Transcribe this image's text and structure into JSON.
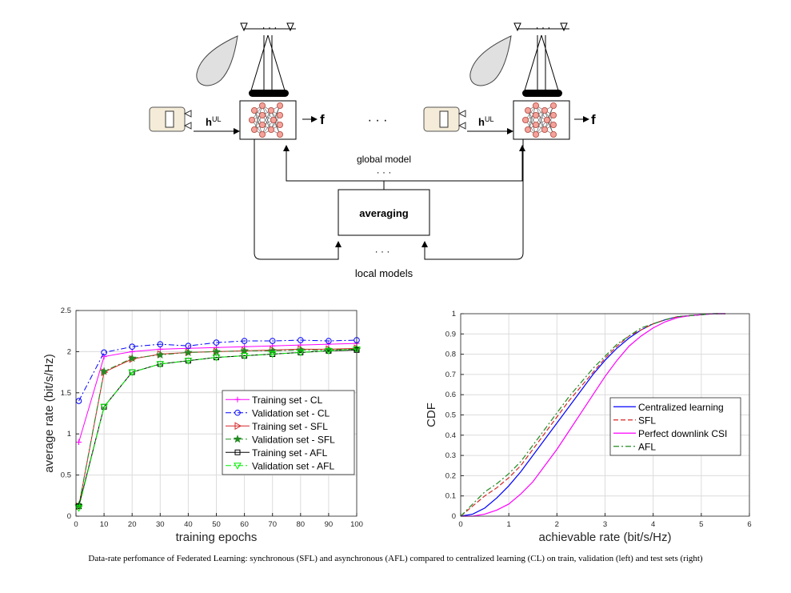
{
  "diagram": {
    "input_label": "h",
    "input_superscript": "UL",
    "output_label": "f",
    "ellipsis": "· · ·",
    "global_model_label": "global model",
    "averaging_label": "averaging",
    "local_models_label": "local models"
  },
  "caption": "Data-rate perfomance of Federated Learning: synchronous (SFL) and asynchronous (AFL) compared to centralized learning (CL) on train, validation (left) and test sets (right)",
  "chart_data": [
    {
      "type": "line",
      "xlabel": "training epochs",
      "ylabel": "average rate (bit/s/Hz)",
      "xlim": [
        0,
        100
      ],
      "ylim": [
        0,
        2.5
      ],
      "xticks": [
        0,
        10,
        20,
        30,
        40,
        50,
        60,
        70,
        80,
        90,
        100
      ],
      "yticks": [
        0,
        0.5,
        1,
        1.5,
        2,
        2.5
      ],
      "ytick_labels": [
        "0",
        "0.5",
        "1",
        "1.5",
        "2",
        "2.5"
      ],
      "grid": true,
      "legend_position": "lower-right",
      "x": [
        1,
        10,
        20,
        30,
        40,
        50,
        60,
        70,
        80,
        90,
        100
      ],
      "series": [
        {
          "name": "Training set - CL",
          "color": "#ff00ff",
          "dash": "solid",
          "marker": "plus",
          "values": [
            0.9,
            1.94,
            2.0,
            2.03,
            2.04,
            2.05,
            2.06,
            2.07,
            2.08,
            2.09,
            2.1
          ]
        },
        {
          "name": "Validation set - CL",
          "color": "#0000ff",
          "dash": "dashdot",
          "marker": "circle",
          "values": [
            1.4,
            1.99,
            2.06,
            2.09,
            2.07,
            2.11,
            2.13,
            2.13,
            2.14,
            2.13,
            2.14
          ]
        },
        {
          "name": "Training set - SFL",
          "color": "#d62728",
          "dash": "solid",
          "marker": "triangle-right",
          "values": [
            0.12,
            1.75,
            1.91,
            1.97,
            1.99,
            2.0,
            2.01,
            2.02,
            2.03,
            2.03,
            2.04
          ]
        },
        {
          "name": "Validation set - SFL",
          "color": "#228b22",
          "dash": "dashdot",
          "marker": "star",
          "values": [
            0.13,
            1.76,
            1.92,
            1.96,
            1.99,
            2.0,
            2.01,
            2.01,
            2.02,
            2.02,
            2.03
          ]
        },
        {
          "name": "Training set - AFL",
          "color": "#000000",
          "dash": "solid",
          "marker": "square",
          "values": [
            0.12,
            1.33,
            1.75,
            1.85,
            1.89,
            1.93,
            1.95,
            1.97,
            1.99,
            2.01,
            2.02
          ]
        },
        {
          "name": "Validation set - AFL",
          "color": "#00ee00",
          "dash": "dashdot",
          "marker": "triangle-down",
          "values": [
            0.1,
            1.33,
            1.75,
            1.85,
            1.89,
            1.93,
            1.95,
            1.97,
            1.99,
            2.01,
            2.03
          ]
        }
      ]
    },
    {
      "type": "line",
      "xlabel": "achievable rate (bit/s/Hz)",
      "ylabel": "CDF",
      "xlim": [
        0,
        6
      ],
      "ylim": [
        0,
        1
      ],
      "xticks": [
        0,
        1,
        2,
        3,
        4,
        5,
        6
      ],
      "yticks": [
        0,
        0.1,
        0.2,
        0.3,
        0.4,
        0.5,
        0.6,
        0.7,
        0.8,
        0.9,
        1
      ],
      "ytick_labels": [
        "0",
        "0.1",
        "0.2",
        "0.3",
        "0.4",
        "0.5",
        "0.6",
        "0.7",
        "0.8",
        "0.9",
        "1"
      ],
      "grid": true,
      "legend_position": "center-right",
      "series": [
        {
          "name": "Centralized learning",
          "color": "#0000ff",
          "dash": "solid",
          "x": [
            0,
            0.25,
            0.5,
            0.75,
            1,
            1.25,
            1.5,
            1.75,
            2,
            2.25,
            2.5,
            2.75,
            3,
            3.25,
            3.5,
            3.75,
            4,
            4.25,
            4.5,
            4.75,
            5,
            5.25,
            5.5
          ],
          "values": [
            0,
            0.01,
            0.04,
            0.09,
            0.15,
            0.22,
            0.3,
            0.38,
            0.46,
            0.54,
            0.62,
            0.7,
            0.77,
            0.83,
            0.88,
            0.92,
            0.95,
            0.97,
            0.985,
            0.99,
            0.995,
            1.0,
            1.0
          ]
        },
        {
          "name": "SFL",
          "color": "#d62728",
          "dash": "dash",
          "x": [
            0,
            0.25,
            0.5,
            0.75,
            1,
            1.25,
            1.5,
            1.75,
            2,
            2.25,
            2.5,
            2.75,
            3,
            3.25,
            3.5,
            3.75,
            4,
            4.25,
            4.5,
            4.75,
            5,
            5.25,
            5.5
          ],
          "values": [
            0,
            0.05,
            0.1,
            0.14,
            0.19,
            0.25,
            0.33,
            0.41,
            0.49,
            0.57,
            0.64,
            0.71,
            0.78,
            0.84,
            0.89,
            0.92,
            0.95,
            0.97,
            0.985,
            0.99,
            0.995,
            1.0,
            1.0
          ]
        },
        {
          "name": "Perfect downlink CSI",
          "color": "#ff00ff",
          "dash": "solid",
          "x": [
            0,
            0.25,
            0.5,
            0.75,
            1,
            1.25,
            1.5,
            1.75,
            2,
            2.25,
            2.5,
            2.75,
            3,
            3.25,
            3.5,
            3.75,
            4,
            4.25,
            4.5,
            4.75,
            5,
            5.25,
            5.5
          ],
          "values": [
            0,
            0.0,
            0.01,
            0.03,
            0.06,
            0.11,
            0.17,
            0.25,
            0.33,
            0.42,
            0.51,
            0.6,
            0.69,
            0.77,
            0.84,
            0.89,
            0.93,
            0.96,
            0.98,
            0.99,
            0.995,
            1.0,
            1.0
          ]
        },
        {
          "name": "AFL",
          "color": "#228b22",
          "dash": "dashdot",
          "x": [
            0,
            0.25,
            0.5,
            0.75,
            1,
            1.25,
            1.5,
            1.75,
            2,
            2.25,
            2.5,
            2.75,
            3,
            3.25,
            3.5,
            3.75,
            4,
            4.25,
            4.5,
            4.75,
            5,
            5.25,
            5.5
          ],
          "values": [
            0,
            0.06,
            0.12,
            0.16,
            0.21,
            0.27,
            0.35,
            0.43,
            0.51,
            0.59,
            0.66,
            0.73,
            0.79,
            0.85,
            0.89,
            0.93,
            0.95,
            0.97,
            0.985,
            0.99,
            0.995,
            1.0,
            1.0
          ]
        }
      ]
    }
  ]
}
